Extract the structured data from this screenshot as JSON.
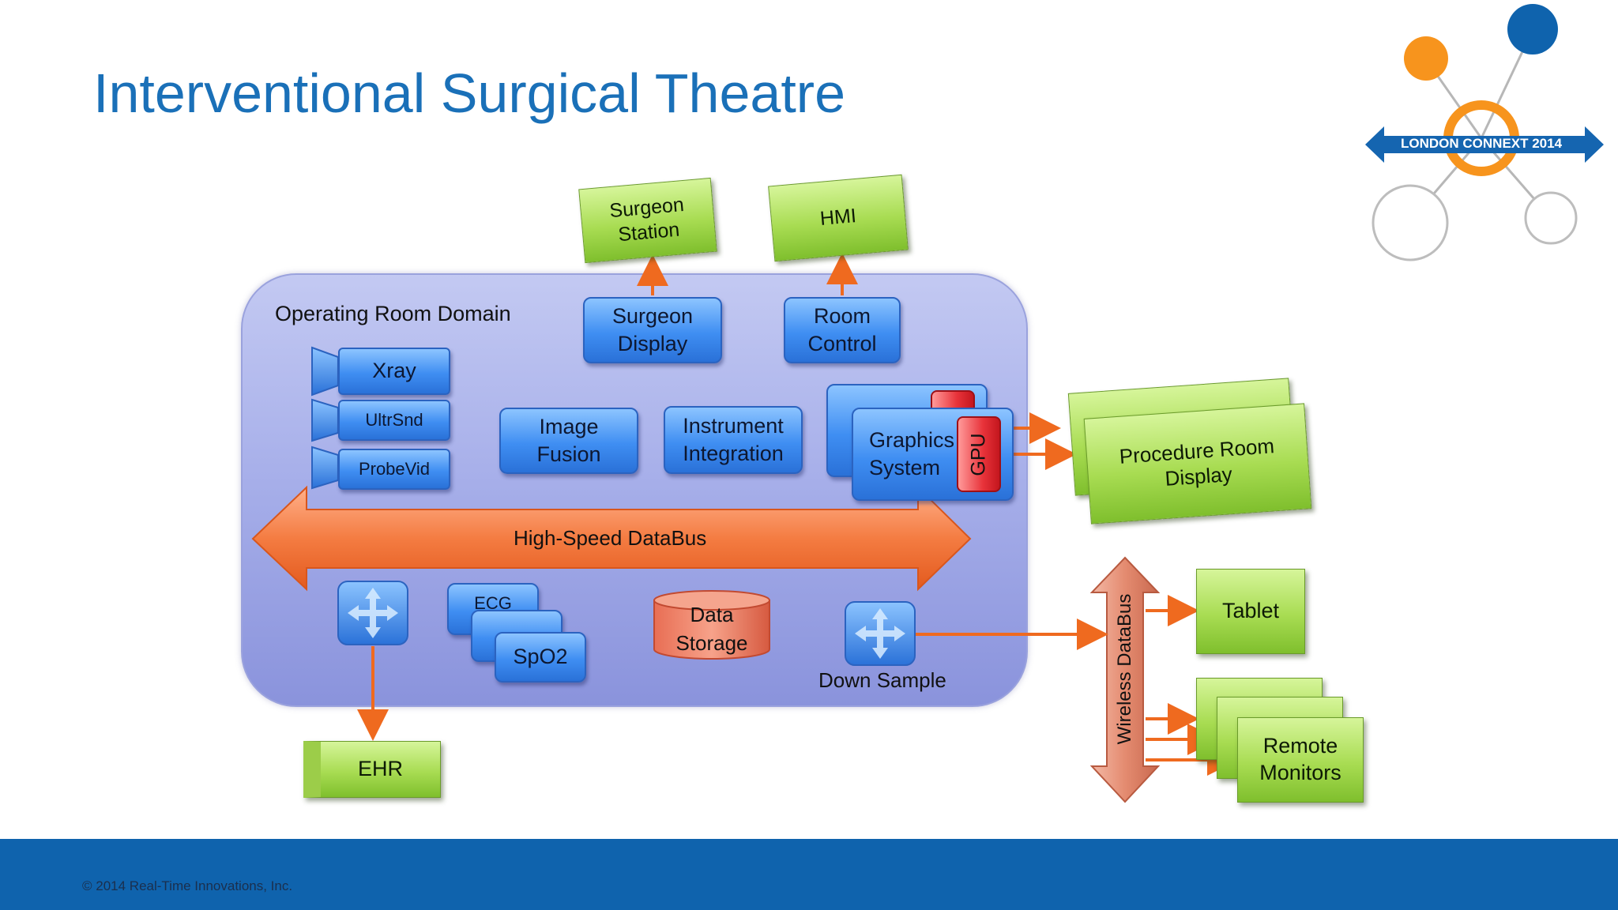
{
  "slide": {
    "title": "Interventional Surgical Theatre",
    "copyright": "© 2014 Real-Time Innovations, Inc.",
    "logo_text": "LONDON CONNEXT 2014"
  },
  "domain": {
    "label": "Operating Room Domain"
  },
  "devices": {
    "xray": "Xray",
    "ultrasound": "UltrSnd",
    "probevid": "ProbeVid",
    "image_fusion": "Image\nFusion",
    "instrument_integration": "Instrument\nIntegration",
    "graphics_system": "Graphics\nSystem",
    "gpu": "GPU",
    "surgeon_display": "Surgeon\nDisplay",
    "room_control": "Room\nControl",
    "ecg": "ECG",
    "spo2": "SpO2",
    "data_storage": "Data\nStorage",
    "down_sample": "Down Sample"
  },
  "buses": {
    "high_speed": "High-Speed DataBus",
    "wireless": "Wireless DataBus"
  },
  "external": {
    "surgeon_station": "Surgeon\nStation",
    "hmi": "HMI",
    "procedure_room_display": "Procedure Room Display",
    "tablet": "Tablet",
    "remote_monitors": "Remote\nMonitors",
    "ehr": "EHR"
  },
  "colors": {
    "title": "#1a70b8",
    "footer": "#0f63ad",
    "node_blue": "#3f8ef2",
    "external_green": "#a8dc52",
    "bus_orange": "#f07a3a",
    "arrow_orange": "#ef6a1f",
    "gpu_red": "#e8333a",
    "logo_orange": "#f7941d"
  }
}
